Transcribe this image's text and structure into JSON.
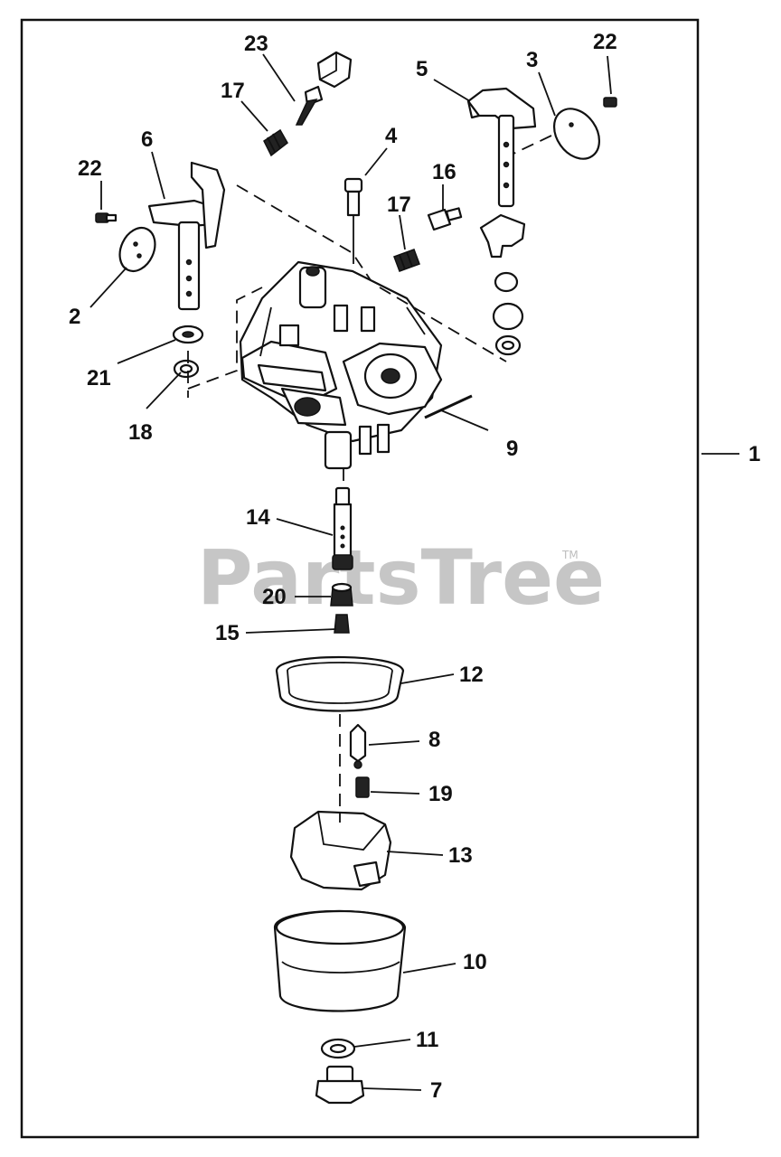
{
  "diagram": {
    "watermark": "PartsTree",
    "watermark_tm": "TM",
    "callouts": {
      "c1": "1",
      "c2": "2",
      "c3": "3",
      "c4": "4",
      "c5": "5",
      "c6": "6",
      "c7": "7",
      "c8": "8",
      "c9": "9",
      "c10": "10",
      "c11": "11",
      "c12": "12",
      "c13": "13",
      "c14": "14",
      "c15": "15",
      "c16": "16",
      "c17a": "17",
      "c17b": "17",
      "c18": "18",
      "c19": "19",
      "c20": "20",
      "c21": "21",
      "c22a": "22",
      "c22b": "22",
      "c23": "23"
    }
  }
}
